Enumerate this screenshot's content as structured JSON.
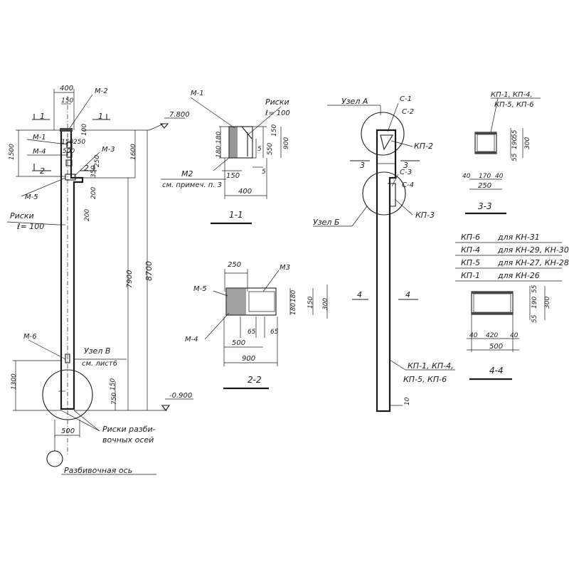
{
  "column": {
    "dims": {
      "d400": "400",
      "d150": "150",
      "d1500": "1500",
      "d500": "500",
      "d100": "100",
      "d150b": "150",
      "d250": "250",
      "d1600": "1600",
      "d200": "200",
      "d350": "350",
      "d250b": "250",
      "d200b": "200",
      "d7900": "7900",
      "d8700": "8700",
      "d1300": "1300",
      "d750": "750",
      "d150c": "150",
      "d500b": "500"
    },
    "labels": {
      "m2": "М-2",
      "m1": "М-1",
      "m4": "М-4",
      "m3": "М-3",
      "m5": "М-5",
      "m6": "М-6",
      "risk1": "Риски",
      "e100": "ℓ= 100",
      "lvl_top": "7.800",
      "lvl_bottom": "-0.900",
      "node_v": "Узел В",
      "see_sheet": "см. лист6",
      "risk_axes1": "Риски разби-",
      "risk_axes2": "вочных осей",
      "axis": "Разбивочная ось",
      "cut1": "1",
      "cut2": "2"
    }
  },
  "section_1_1": {
    "title": "1-1",
    "labels": {
      "m1": "М-1",
      "risk": "Риски",
      "e100": "ℓ= 100",
      "m2": "М2",
      "note": "см. примеч. п. 3"
    },
    "dims": {
      "d180a": "180",
      "d180b": "180",
      "d5a": "5",
      "d150": "150",
      "d550": "550",
      "d150b": "150",
      "d900": "900",
      "d5b": "5",
      "d400": "400"
    }
  },
  "section_2_2": {
    "title": "2-2",
    "labels": {
      "m5": "М-5",
      "m4": "М-4",
      "m3": "М3"
    },
    "dims": {
      "d250": "250",
      "d180a": "180",
      "d180b": "180",
      "d150": "150",
      "d300": "300",
      "d65a": "65",
      "d65b": "65",
      "d500": "500",
      "d900": "900"
    }
  },
  "side_view": {
    "labels": {
      "node_a": "Узел А",
      "node_b": "Узел Б",
      "c1": "С-1",
      "c2": "С-2",
      "c3": "С-3",
      "c4": "С-4",
      "kp2": "КП-2",
      "kp3": "КП-3",
      "cut3": "3",
      "cut4": "4",
      "kp_list1": "КП-1, КП-4,",
      "kp_list2": "КП-5, КП-6",
      "d10": "10"
    }
  },
  "section_3_3": {
    "title": "3-3",
    "labels": {
      "kp1": "КП-1, КП-4,",
      "kp2": "КП-5, КП-6"
    },
    "dims": {
      "d55a": "55",
      "d190": "190",
      "d55b": "55",
      "d300": "300",
      "d40a": "40",
      "d170": "170",
      "d40b": "40",
      "d250": "250"
    }
  },
  "kp_table": {
    "rows": [
      {
        "kp": "КП-6",
        "for": "для КН-31"
      },
      {
        "kp": "КП-4",
        "for": "для КН-29, КН-30"
      },
      {
        "kp": "КП-5",
        "for": "для КН-27, КН-28"
      },
      {
        "kp": "КП-1",
        "for": "для КН-26"
      }
    ]
  },
  "section_4_4": {
    "title": "4-4",
    "dims": {
      "d55a": "55",
      "d190": "190",
      "d55b": "55",
      "d300": "300",
      "d40a": "40",
      "d420": "420",
      "d40b": "40",
      "d500": "500"
    }
  }
}
